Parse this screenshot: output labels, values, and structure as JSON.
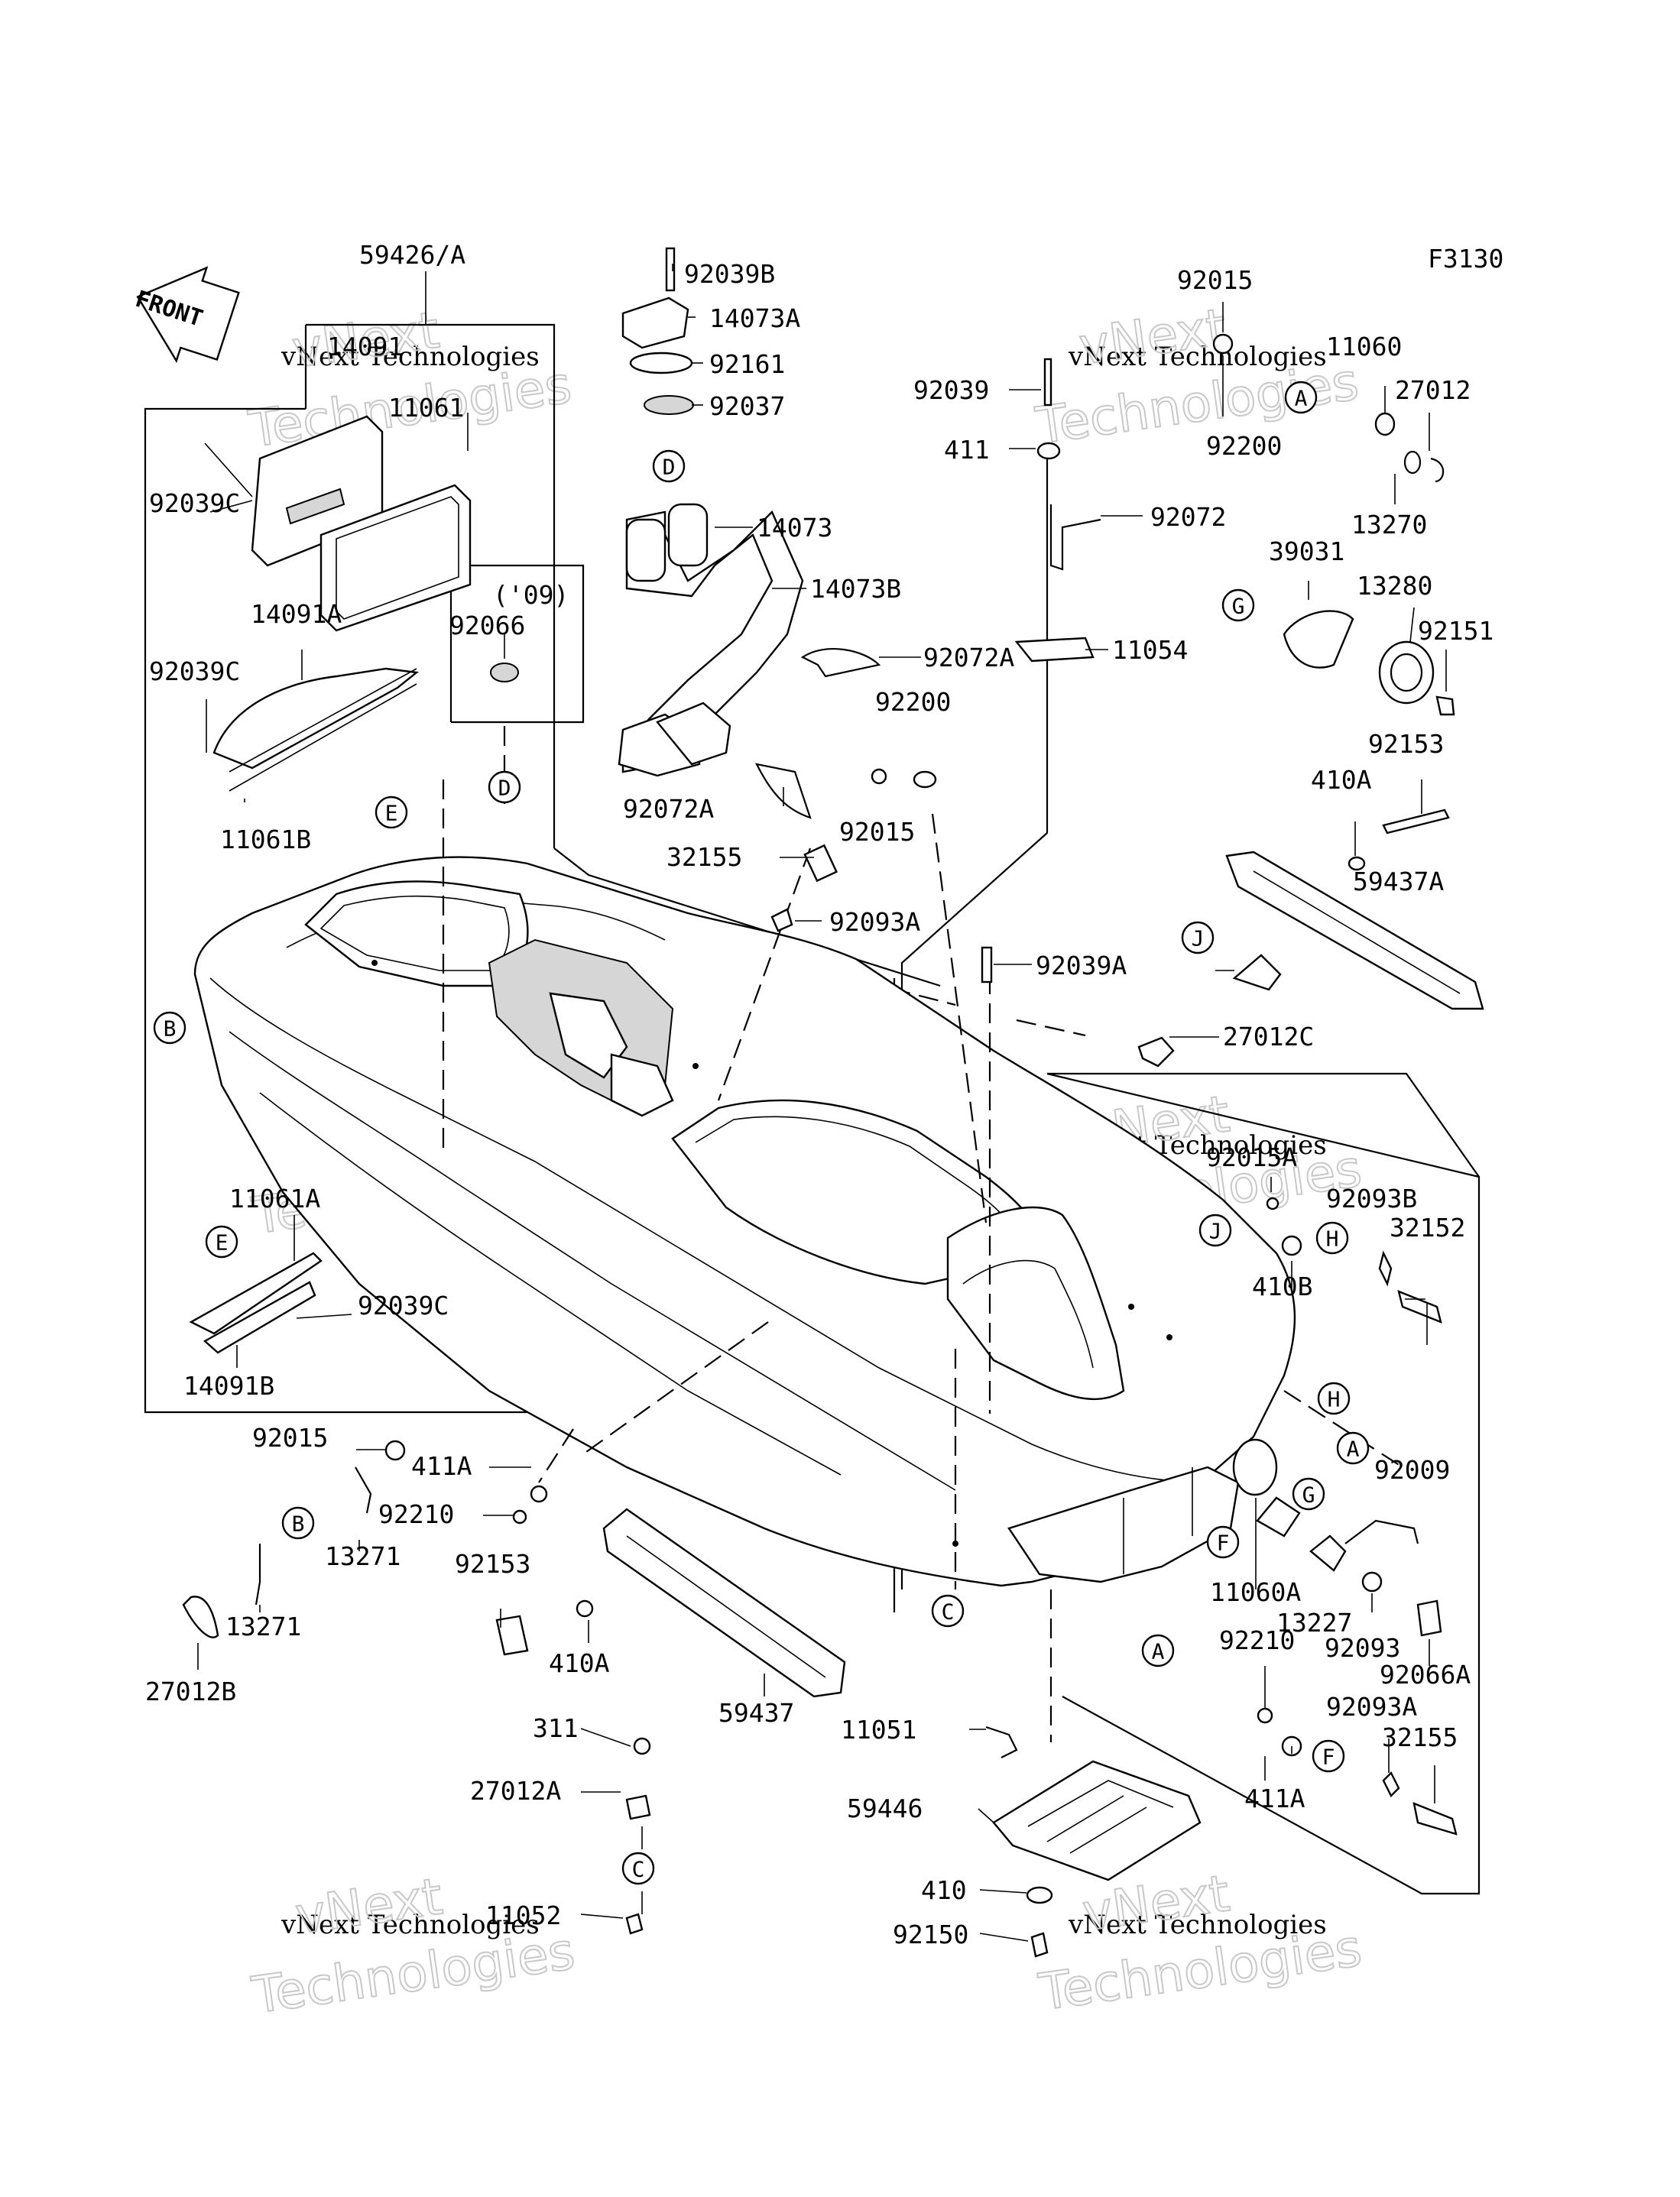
{
  "figure_code": "F3130",
  "front_arrow_text": "FRONT",
  "watermark": {
    "company": "vNext Technologies",
    "brand_outline": "vNext",
    "brand_outline_2": "Technologies"
  },
  "parts": [
    {
      "id": "p01",
      "text": "59426/A"
    },
    {
      "id": "p02",
      "text": "14091"
    },
    {
      "id": "p03",
      "text": "11061"
    },
    {
      "id": "p04",
      "text": "92039C"
    },
    {
      "id": "p05",
      "text": "('09)"
    },
    {
      "id": "p06",
      "text": "92066"
    },
    {
      "id": "p07",
      "text": "14091A"
    },
    {
      "id": "p08",
      "text": "92039C"
    },
    {
      "id": "p09",
      "text": "11061B"
    },
    {
      "id": "p10",
      "text": "11061A"
    },
    {
      "id": "p11",
      "text": "92039C"
    },
    {
      "id": "p12",
      "text": "14091B"
    },
    {
      "id": "p13",
      "text": "92039B"
    },
    {
      "id": "p14",
      "text": "14073A"
    },
    {
      "id": "p15",
      "text": "92161"
    },
    {
      "id": "p16",
      "text": "92037"
    },
    {
      "id": "p17",
      "text": "14073"
    },
    {
      "id": "p18",
      "text": "14073B"
    },
    {
      "id": "p19",
      "text": "92072A"
    },
    {
      "id": "p20",
      "text": "92072A"
    },
    {
      "id": "p21",
      "text": "32155"
    },
    {
      "id": "p22",
      "text": "92093A"
    },
    {
      "id": "p23",
      "text": "92200"
    },
    {
      "id": "p24",
      "text": "92015"
    },
    {
      "id": "p25",
      "text": "92039A"
    },
    {
      "id": "p26",
      "text": "27012C"
    },
    {
      "id": "p27",
      "text": "92039"
    },
    {
      "id": "p28",
      "text": "411"
    },
    {
      "id": "p29",
      "text": "92072"
    },
    {
      "id": "p30",
      "text": "11054"
    },
    {
      "id": "p31",
      "text": "92015"
    },
    {
      "id": "p32",
      "text": "92200"
    },
    {
      "id": "p33",
      "text": "11060"
    },
    {
      "id": "p34",
      "text": "27012"
    },
    {
      "id": "p35",
      "text": "13270"
    },
    {
      "id": "p36",
      "text": "39031"
    },
    {
      "id": "p37",
      "text": "13280"
    },
    {
      "id": "p38",
      "text": "92151"
    },
    {
      "id": "p39",
      "text": "92153"
    },
    {
      "id": "p40",
      "text": "410A"
    },
    {
      "id": "p41",
      "text": "59437A"
    },
    {
      "id": "p42",
      "text": "92015A"
    },
    {
      "id": "p43",
      "text": "92093B"
    },
    {
      "id": "p44",
      "text": "32152"
    },
    {
      "id": "p45",
      "text": "410B"
    },
    {
      "id": "p46",
      "text": "92009"
    },
    {
      "id": "p47",
      "text": "11060A"
    },
    {
      "id": "p48",
      "text": "13227"
    },
    {
      "id": "p49",
      "text": "92093"
    },
    {
      "id": "p50",
      "text": "92066A"
    },
    {
      "id": "p51",
      "text": "92210"
    },
    {
      "id": "p52",
      "text": "92093A"
    },
    {
      "id": "p53",
      "text": "32155"
    },
    {
      "id": "p54",
      "text": "411A"
    },
    {
      "id": "p55",
      "text": "92015"
    },
    {
      "id": "p56",
      "text": "411A"
    },
    {
      "id": "p57",
      "text": "92210"
    },
    {
      "id": "p58",
      "text": "13271"
    },
    {
      "id": "p59",
      "text": "13271"
    },
    {
      "id": "p60",
      "text": "27012B"
    },
    {
      "id": "p61",
      "text": "92153"
    },
    {
      "id": "p62",
      "text": "410A"
    },
    {
      "id": "p63",
      "text": "59437"
    },
    {
      "id": "p64",
      "text": "311"
    },
    {
      "id": "p65",
      "text": "27012A"
    },
    {
      "id": "p66",
      "text": "11052"
    },
    {
      "id": "p67",
      "text": "11051"
    },
    {
      "id": "p68",
      "text": "59446"
    },
    {
      "id": "p69",
      "text": "410"
    },
    {
      "id": "p70",
      "text": "92150"
    }
  ],
  "callouts": [
    {
      "id": "c01",
      "text": "B"
    },
    {
      "id": "c02",
      "text": "E"
    },
    {
      "id": "c03",
      "text": "D"
    },
    {
      "id": "c04",
      "text": "D"
    },
    {
      "id": "c05",
      "text": "E"
    },
    {
      "id": "c06",
      "text": "B"
    },
    {
      "id": "c07",
      "text": "C"
    },
    {
      "id": "c08",
      "text": "C"
    },
    {
      "id": "c09",
      "text": "A"
    },
    {
      "id": "c10",
      "text": "G"
    },
    {
      "id": "c11",
      "text": "J"
    },
    {
      "id": "c12",
      "text": "J"
    },
    {
      "id": "c13",
      "text": "H"
    },
    {
      "id": "c14",
      "text": "H"
    },
    {
      "id": "c15",
      "text": "A"
    },
    {
      "id": "c16",
      "text": "G"
    },
    {
      "id": "c17",
      "text": "F"
    },
    {
      "id": "c18",
      "text": "A"
    },
    {
      "id": "c19",
      "text": "F"
    }
  ]
}
